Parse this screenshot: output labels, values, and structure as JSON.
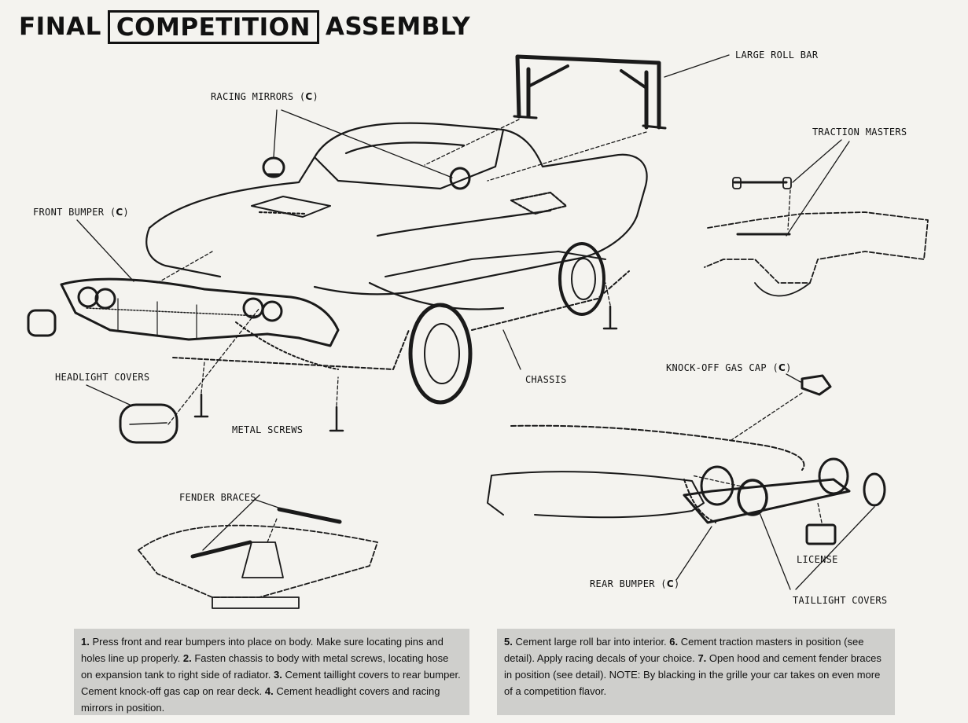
{
  "title": {
    "part1": "FINAL",
    "boxed": "COMPETITION",
    "part2": "ASSEMBLY"
  },
  "labels": {
    "large_roll_bar": "LARGE ROLL BAR",
    "racing_mirrors": "RACING MIRRORS",
    "traction_masters": "TRACTION MASTERS",
    "front_bumper": "FRONT BUMPER",
    "headlight_covers": "HEADLIGHT COVERS",
    "chassis": "CHASSIS",
    "knock_off_gas_cap": "KNOCK-OFF GAS CAP",
    "metal_screws": "METAL SCREWS",
    "fender_braces": "FENDER BRACES",
    "license": "LICENSE",
    "rear_bumper": "REAR BUMPER",
    "taillight_covers": "TAILLIGHT COVERS",
    "part_code": "C"
  },
  "instructions": {
    "left": [
      {
        "num": "1.",
        "text": "Press front and rear bumpers into place on body. Make sure locating pins and holes line up properly."
      },
      {
        "num": "2.",
        "text": "Fasten chassis to body with metal screws, locating hose on expansion tank to right side of radiator."
      },
      {
        "num": "3.",
        "text": "Cement taillight covers to rear bumper. Cement knock-off gas cap on rear deck."
      },
      {
        "num": "4.",
        "text": "Cement headlight covers and racing mirrors in position."
      }
    ],
    "right": [
      {
        "num": "5.",
        "text": "Cement large roll bar into interior."
      },
      {
        "num": "6.",
        "text": "Cement traction masters in position (see detail). Apply racing decals of your choice."
      },
      {
        "num": "7.",
        "text": "Open hood and cement fender braces in position (see detail). NOTE: By blacking in the grille your car takes on even more of a competition flavor."
      }
    ]
  }
}
